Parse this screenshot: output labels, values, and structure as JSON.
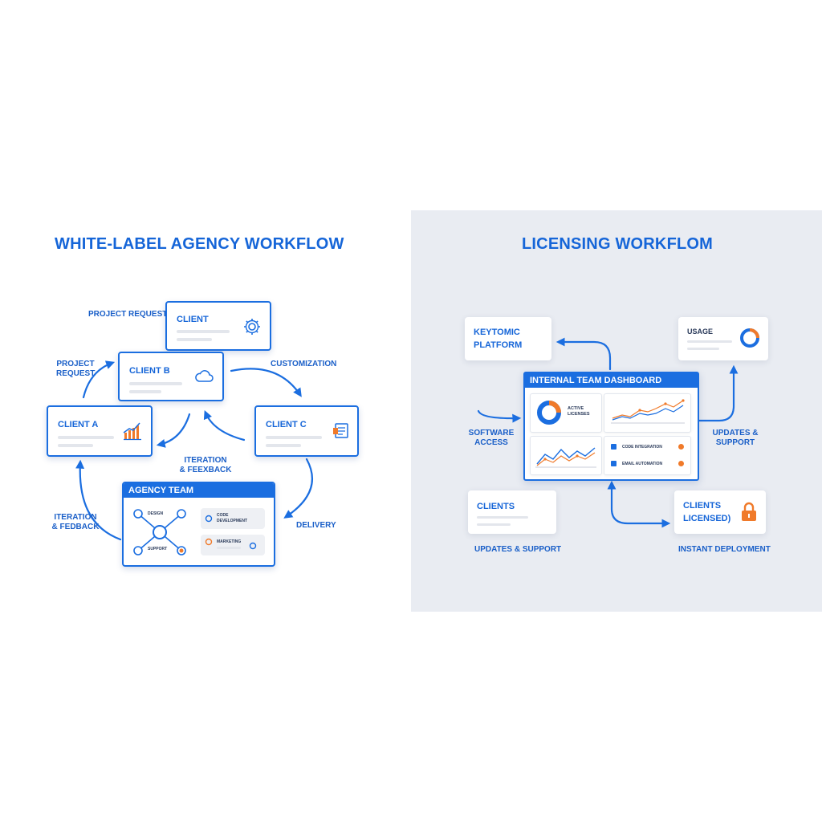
{
  "left": {
    "title": "WHITE-LABEL AGENCY WORKFLOW",
    "cards": {
      "client": "CLIENT",
      "client_b": "CLIENT B",
      "client_a": "CLIENT A",
      "client_c": "CLIENT C"
    },
    "labels": {
      "project_request_top": "PROJECT REQUEST",
      "project_request_side_1": "PROJECT",
      "project_request_side_2": "REQUEST",
      "customization": "CUSTOMIZATION",
      "iteration_center_1": "ITERATION",
      "iteration_center_2": "& FEEXBACK",
      "iteration_left_1": "ITERATION",
      "iteration_left_2": "& FEDBACK",
      "delivery": "DELIVERY"
    },
    "team": {
      "header": "AGENCY TEAM",
      "node_label_top": "DESIGN",
      "node_label_bottom": "SUPPORT",
      "pill_1_line_1": "CODE",
      "pill_1_line_2": "DEVELOPMENT",
      "pill_2": "MARKETING"
    }
  },
  "right": {
    "title": "LICENSING WORKFLOM",
    "platform_1": "KEYTOMIC",
    "platform_2": "PLATFORM",
    "usage": "USAGE",
    "dashboard": {
      "header": "INTERNAL TEAM DASHBOARD",
      "active_1": "ACTIVE",
      "active_2": "LICENSES",
      "list_1": "CODE INTEGRATION",
      "list_2": "EMAIL AUTOMATION"
    },
    "software_1": "SOFTWARE",
    "software_2": "ACCESS",
    "updates_right_1": "UPDATES &",
    "updates_right_2": "SUPPORT",
    "clients": "CLIENTS",
    "clients_licensed_1": "CLIENTS",
    "clients_licensed_2": "LICENSED)",
    "updates_bottom": "UPDATES & SUPPORT",
    "instant_deployment": "INSTANT DEPLOYMENT"
  },
  "colors": {
    "accent": "#1b6ee0",
    "orange": "#f07a2a",
    "panel": "#e9ecf2"
  }
}
